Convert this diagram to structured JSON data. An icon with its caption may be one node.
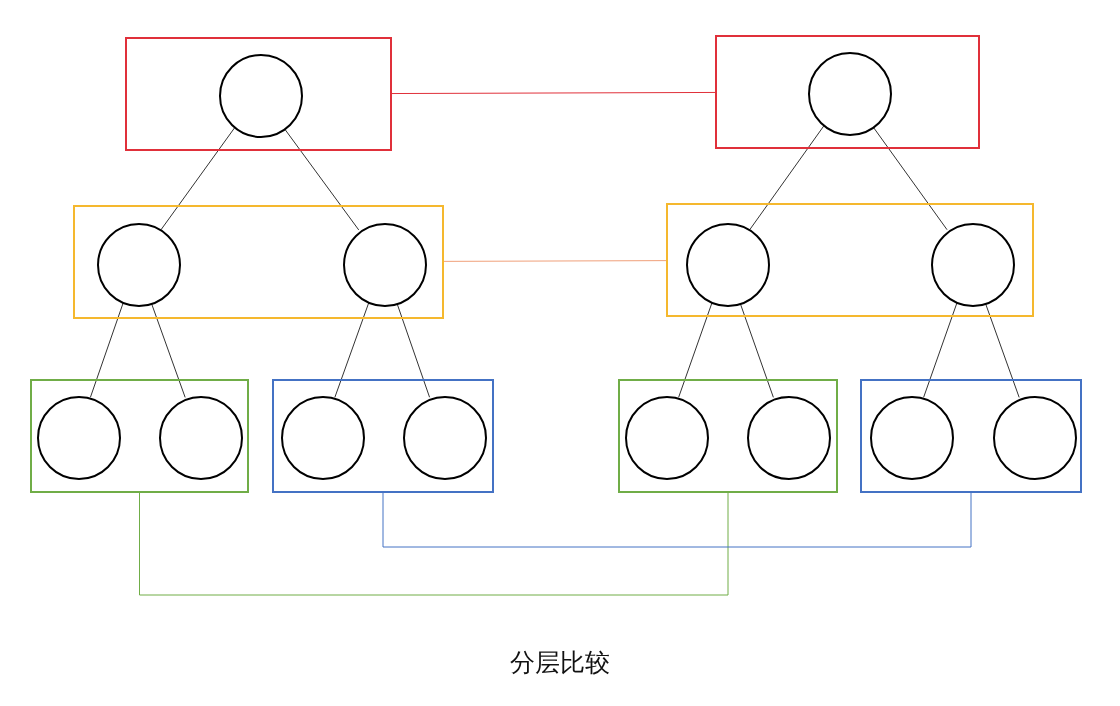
{
  "diagram": {
    "caption": "分层比较",
    "nodes": [
      {
        "text": [],
        "shape": "box"
      },
      {
        "text": [],
        "shape": "circle",
        "in": 0
      },
      {
        "text": [],
        "shape": "box"
      },
      {
        "text": [],
        "shape": "circle",
        "in": 2
      },
      {
        "text": [],
        "shape": "box"
      },
      {
        "text": [],
        "shape": "circle",
        "in": 4
      },
      {
        "text": [],
        "shape": "circle",
        "in": 4
      },
      {
        "text": [],
        "shape": "box"
      },
      {
        "text": [],
        "shape": "circle",
        "in": 7
      },
      {
        "text": [],
        "shape": "circle",
        "in": 7
      },
      {
        "text": [],
        "shape": "box"
      },
      {
        "text": [],
        "shape": "circle",
        "in": 10
      },
      {
        "text": [],
        "shape": "circle",
        "in": 10
      },
      {
        "text": [],
        "shape": "box"
      },
      {
        "text": [],
        "shape": "circle",
        "in": 13
      },
      {
        "text": [],
        "shape": "circle",
        "in": 13
      },
      {
        "text": [],
        "shape": "box"
      },
      {
        "text": [],
        "shape": "circle",
        "in": 16
      },
      {
        "text": [],
        "shape": "circle",
        "in": 16
      },
      {
        "text": [],
        "shape": "box"
      },
      {
        "text": [],
        "shape": "circle",
        "in": 19
      },
      {
        "text": [],
        "shape": "circle",
        "in": 19
      }
    ],
    "edges": [
      {
        "from": 0,
        "to": 2,
        "arrow": "none",
        "color": "#e0303a"
      },
      {
        "from": 1,
        "to": 5,
        "arrow": "none"
      },
      {
        "from": 1,
        "to": 6,
        "arrow": "none"
      },
      {
        "from": 3,
        "to": 8,
        "arrow": "none"
      },
      {
        "from": 3,
        "to": 9,
        "arrow": "none"
      },
      {
        "from": 4,
        "to": 7,
        "arrow": "none",
        "color": "#f0a07a"
      },
      {
        "from": 5,
        "to": 11,
        "arrow": "none"
      },
      {
        "from": 5,
        "to": 12,
        "arrow": "none"
      },
      {
        "from": 6,
        "to": 14,
        "arrow": "none"
      },
      {
        "from": 6,
        "to": 15,
        "arrow": "none"
      },
      {
        "from": 8,
        "to": 17,
        "arrow": "none"
      },
      {
        "from": 8,
        "to": 18,
        "arrow": "none"
      },
      {
        "from": 9,
        "to": 20,
        "arrow": "none"
      },
      {
        "from": 9,
        "to": 21,
        "arrow": "none"
      },
      {
        "from": 10,
        "to": 16,
        "arrow": "none",
        "color": "#70ad47"
      },
      {
        "from": 13,
        "to": 19,
        "arrow": "none",
        "color": "#4472c4"
      }
    ]
  }
}
